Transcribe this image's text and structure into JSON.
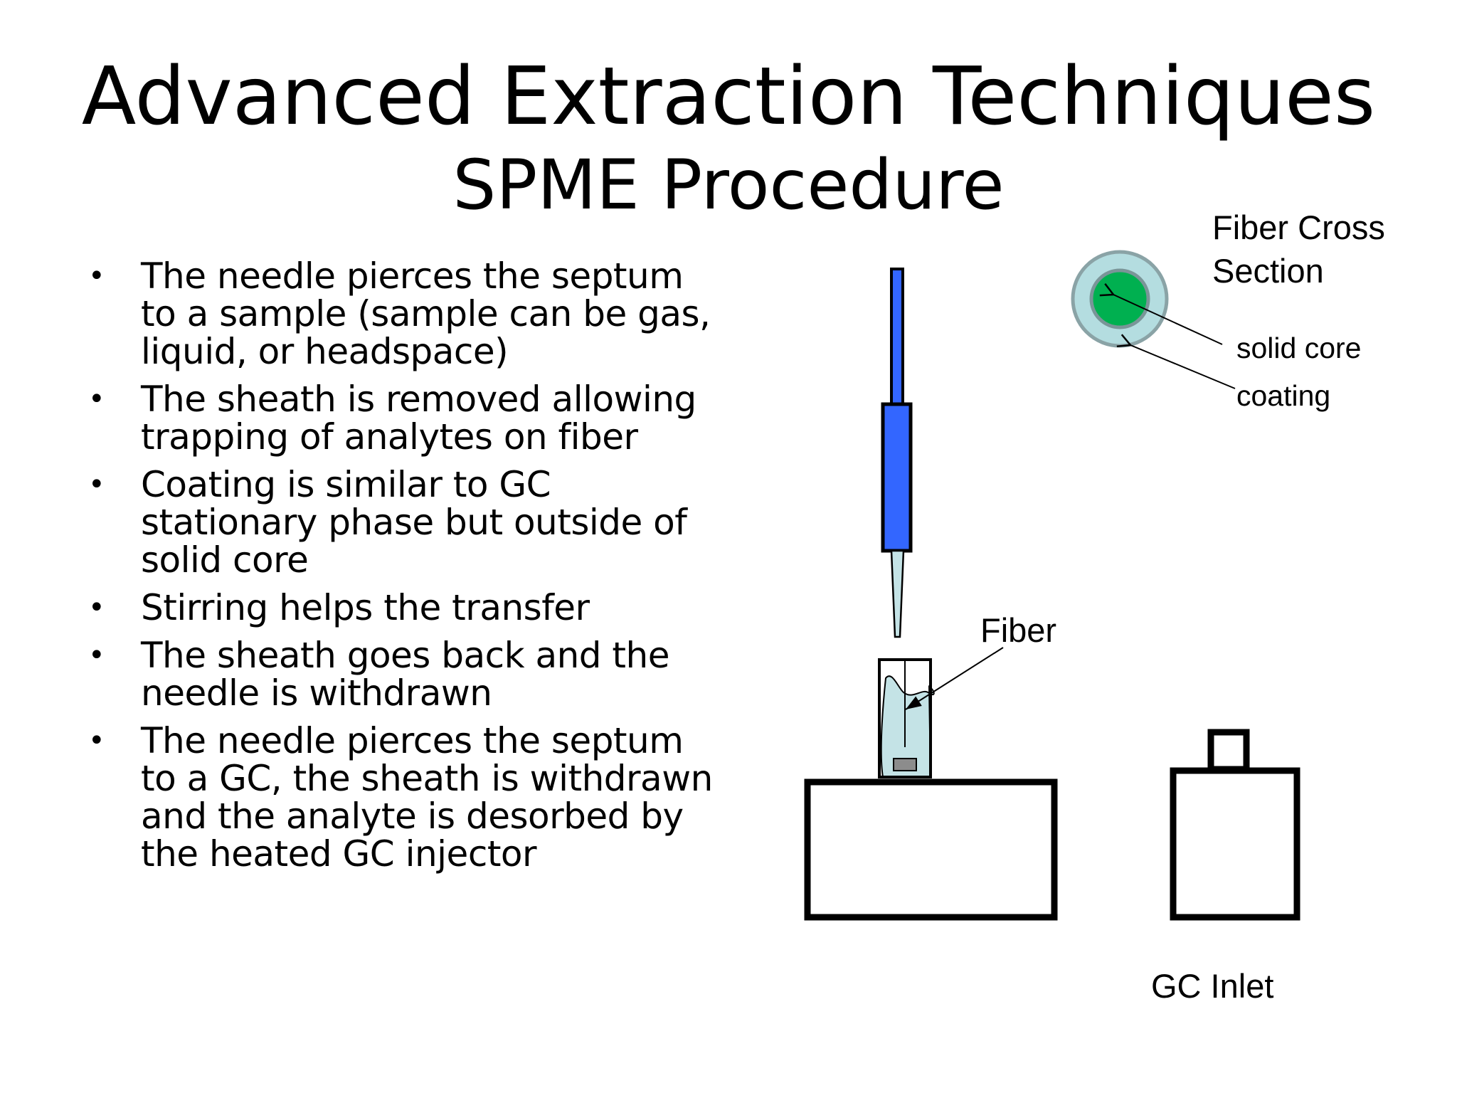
{
  "slide": {
    "title": "Advanced Extraction Techniques",
    "subtitle": "SPME Procedure",
    "bullets": [
      "The needle pierces the septum to a sample (sample can be gas, liquid, or headspace)",
      "The sheath is removed allowing trapping of analytes on fiber",
      "Coating is similar to GC stationary phase but outside of solid core",
      "Stirring helps the transfer",
      "The sheath goes back and the needle is withdrawn",
      "The needle pierces the septum to a GC, the sheath is withdrawn and the analyte is desorbed by the heated GC injector"
    ],
    "bullet_symbol": "•"
  },
  "diagram": {
    "labels": {
      "cross_section": [
        "Fiber Cross",
        "Section"
      ],
      "solid_core": "solid core",
      "coating": "coating",
      "fiber": "Fiber",
      "gc_inlet": "GC Inlet"
    },
    "colors": {
      "syringe_blue": "#3366ff",
      "fiber_light": "#c4e3e6",
      "core_green": "#00b050",
      "coating_blue": "#b4dde0",
      "coating_ring": "#8aa3a6",
      "stir_bar": "#8c8c8c",
      "outline": "#000000"
    }
  }
}
